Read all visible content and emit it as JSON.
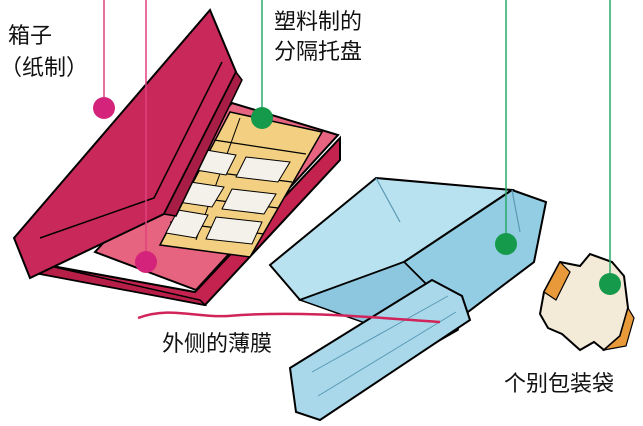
{
  "labels": {
    "box": "箱子",
    "box_material": "（纸制）",
    "tray_line1": "塑料制的",
    "tray_line2": "分隔托盘",
    "film": "外侧的薄膜",
    "wrapper": "个别包装袋"
  },
  "colors": {
    "box_lid": "#c8285a",
    "box_body": "#e6647f",
    "tray": "#f3cf82",
    "film": "#a8d8ea",
    "tear_strip": "#d0245a",
    "marker_pink": "#d4237a",
    "marker_green": "#149a4a",
    "leader_pink": "#e0407f",
    "leader_green": "#2aa86a"
  }
}
